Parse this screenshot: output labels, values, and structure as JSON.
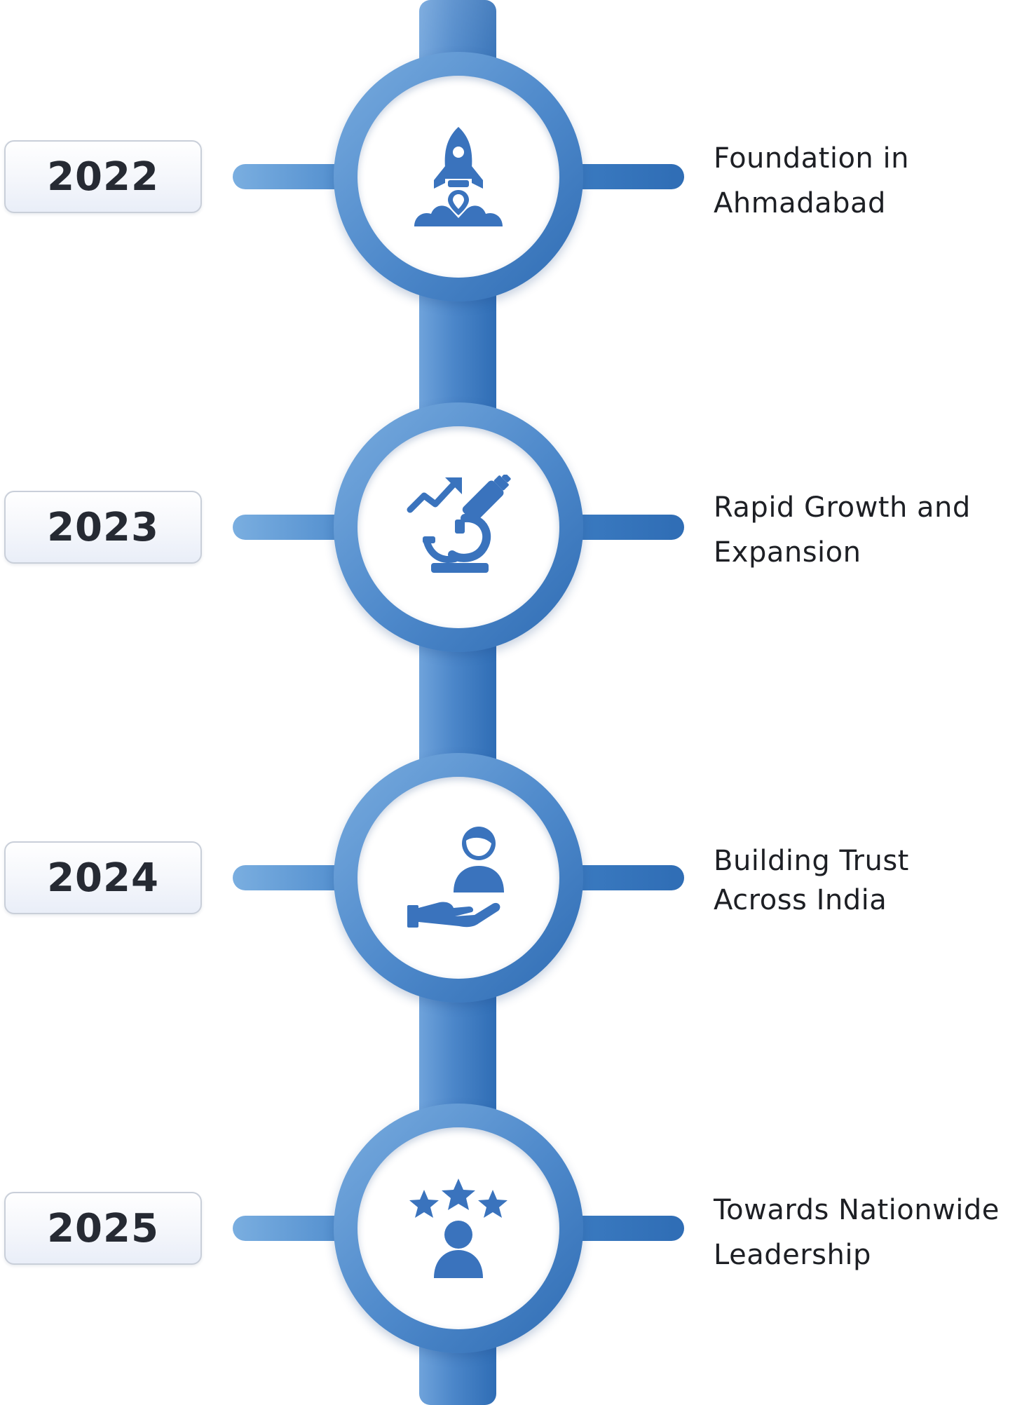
{
  "timeline": {
    "accent_light": "#79acdf",
    "accent_dark": "#2f6cb3",
    "milestones": [
      {
        "year": "2022",
        "icon": "rocket-launch-icon",
        "line1": "Foundation in",
        "line2": "Ahmadabad"
      },
      {
        "year": "2023",
        "icon": "microscope-growth-icon",
        "line1": "Rapid Growth and",
        "line2": "Expansion"
      },
      {
        "year": "2024",
        "icon": "hand-person-trust-icon",
        "line1": "Building Trust",
        "line2": "Across India"
      },
      {
        "year": "2025",
        "icon": "person-stars-leadership-icon",
        "line1": "Towards Nationwide",
        "line2": "Leadership"
      }
    ]
  }
}
